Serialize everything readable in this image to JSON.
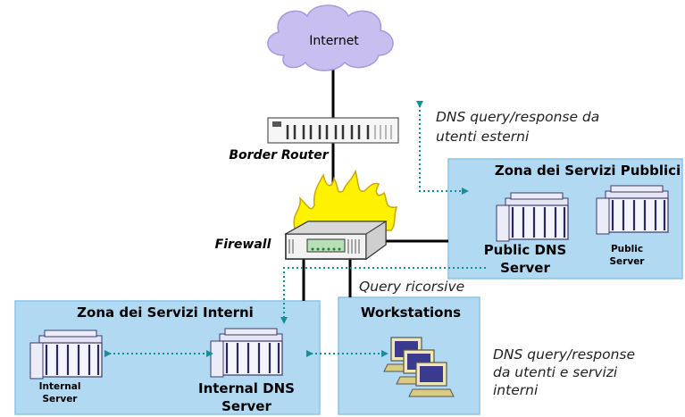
{
  "internet": {
    "label": "Internet"
  },
  "border_router": {
    "label": "Border Router"
  },
  "firewall": {
    "label": "Firewall"
  },
  "zones": {
    "public": {
      "title": "Zona dei Servizi Pubblici"
    },
    "internal": {
      "title": "Zona dei Servizi Interni"
    },
    "workstations": {
      "title": "Workstations"
    }
  },
  "servers": {
    "public_dns": {
      "line1": "Public DNS",
      "line2": "Server"
    },
    "public_server": {
      "line1": "Public",
      "line2": "Server"
    },
    "internal_server": {
      "line1": "Internal",
      "line2": "Server"
    },
    "internal_dns": {
      "line1": "Internal DNS",
      "line2": "Server"
    }
  },
  "notes": {
    "external": {
      "line1": "DNS query/response da",
      "line2": "utenti esterni"
    },
    "recursive": {
      "text": "Query ricorsive"
    },
    "internal": {
      "line1": "DNS query/response",
      "line2": "da utenti e servizi",
      "line3": "interni"
    }
  },
  "colors": {
    "zone_fill": "#b2d9f2",
    "zone_border": "#8cc4e6",
    "dotted_arrow": "#139199",
    "cloud": "#c9bef0",
    "flame": "#fff200"
  }
}
